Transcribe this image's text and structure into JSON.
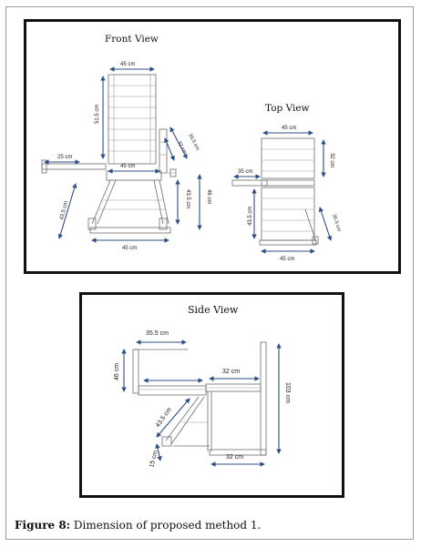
{
  "figure": {
    "caption_label": "Figure 8:",
    "caption_text": " Dimension of proposed method 1."
  },
  "front_view": {
    "title": "Front View",
    "labels": {
      "backrest_width": "45 cm",
      "backrest_height": "51.5 cm",
      "armrest_length": "35.5 cm",
      "armrest_drop": "32 cm",
      "arm_extension": "25 cm",
      "seat_width": "45 cm",
      "seat_height": "43.5 cm",
      "total_height": "46 cm",
      "leg_length": "43.5 cm",
      "base_width": "45 cm"
    }
  },
  "top_view": {
    "title": "Top View",
    "labels": {
      "top_width": "45 cm",
      "depth": "32 cm",
      "arm_extension": "35 cm",
      "leg_length": "43.5 cm",
      "leg_angle": "35.5 cm",
      "base_width": "45 cm"
    }
  },
  "side_view": {
    "title": "Side View",
    "labels": {
      "arm_length": "35.5 cm",
      "arm_height": "46 cm",
      "seat_depth": "32 cm",
      "leg_length": "43.5 cm",
      "foot": "15 cm",
      "base_depth": "32 cm",
      "total_height": "103 cm"
    }
  }
}
